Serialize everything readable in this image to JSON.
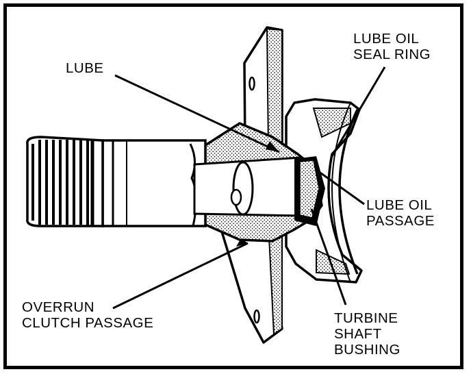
{
  "colors": {
    "ink": "#000000",
    "paper": "#ffffff"
  },
  "callouts": {
    "lube": [
      "LUBE"
    ],
    "lube_oil_seal_ring": [
      "LUBE OIL",
      "SEAL RING"
    ],
    "lube_oil_passage": [
      "LUBE OIL",
      "PASSAGE"
    ],
    "overrun_clutch_passage": [
      "OVERRUN",
      "CLUTCH PASSAGE"
    ],
    "turbine_shaft_bushing": [
      "TURBINE",
      "SHAFT",
      "BUSHING"
    ]
  }
}
